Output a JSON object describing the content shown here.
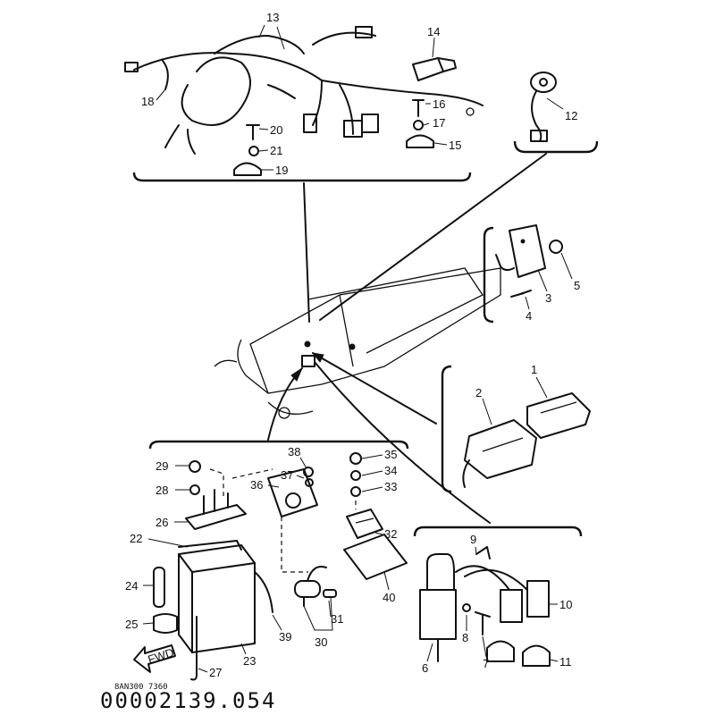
{
  "diagram": {
    "drawing_ref": "8AN300 7360",
    "code": "00002139.054",
    "fwd_label": "FWD",
    "callouts": [
      {
        "id": "c1",
        "text": "1"
      },
      {
        "id": "c2",
        "text": "2"
      },
      {
        "id": "c3",
        "text": "3"
      },
      {
        "id": "c4",
        "text": "4"
      },
      {
        "id": "c5",
        "text": "5"
      },
      {
        "id": "c6",
        "text": "6"
      },
      {
        "id": "c7",
        "text": "7"
      },
      {
        "id": "c8",
        "text": "8"
      },
      {
        "id": "c9",
        "text": "9"
      },
      {
        "id": "c10",
        "text": "10"
      },
      {
        "id": "c11",
        "text": "11"
      },
      {
        "id": "c12",
        "text": "12"
      },
      {
        "id": "c13",
        "text": "13"
      },
      {
        "id": "c14",
        "text": "14"
      },
      {
        "id": "c15",
        "text": "15"
      },
      {
        "id": "c16",
        "text": "16"
      },
      {
        "id": "c17",
        "text": "17"
      },
      {
        "id": "c18",
        "text": "18"
      },
      {
        "id": "c19",
        "text": "19"
      },
      {
        "id": "c20",
        "text": "20"
      },
      {
        "id": "c21",
        "text": "21"
      },
      {
        "id": "c22",
        "text": "22"
      },
      {
        "id": "c23",
        "text": "23"
      },
      {
        "id": "c24",
        "text": "24"
      },
      {
        "id": "c25",
        "text": "25"
      },
      {
        "id": "c26",
        "text": "26"
      },
      {
        "id": "c27",
        "text": "27"
      },
      {
        "id": "c28",
        "text": "28"
      },
      {
        "id": "c29",
        "text": "29"
      },
      {
        "id": "c30",
        "text": "30"
      },
      {
        "id": "c31",
        "text": "31"
      },
      {
        "id": "c32",
        "text": "32"
      },
      {
        "id": "c33",
        "text": "33"
      },
      {
        "id": "c34",
        "text": "34"
      },
      {
        "id": "c35",
        "text": "35"
      },
      {
        "id": "c36",
        "text": "36"
      },
      {
        "id": "c37",
        "text": "37"
      },
      {
        "id": "c38",
        "text": "38"
      },
      {
        "id": "c39",
        "text": "39"
      },
      {
        "id": "c40",
        "text": "40"
      }
    ]
  }
}
